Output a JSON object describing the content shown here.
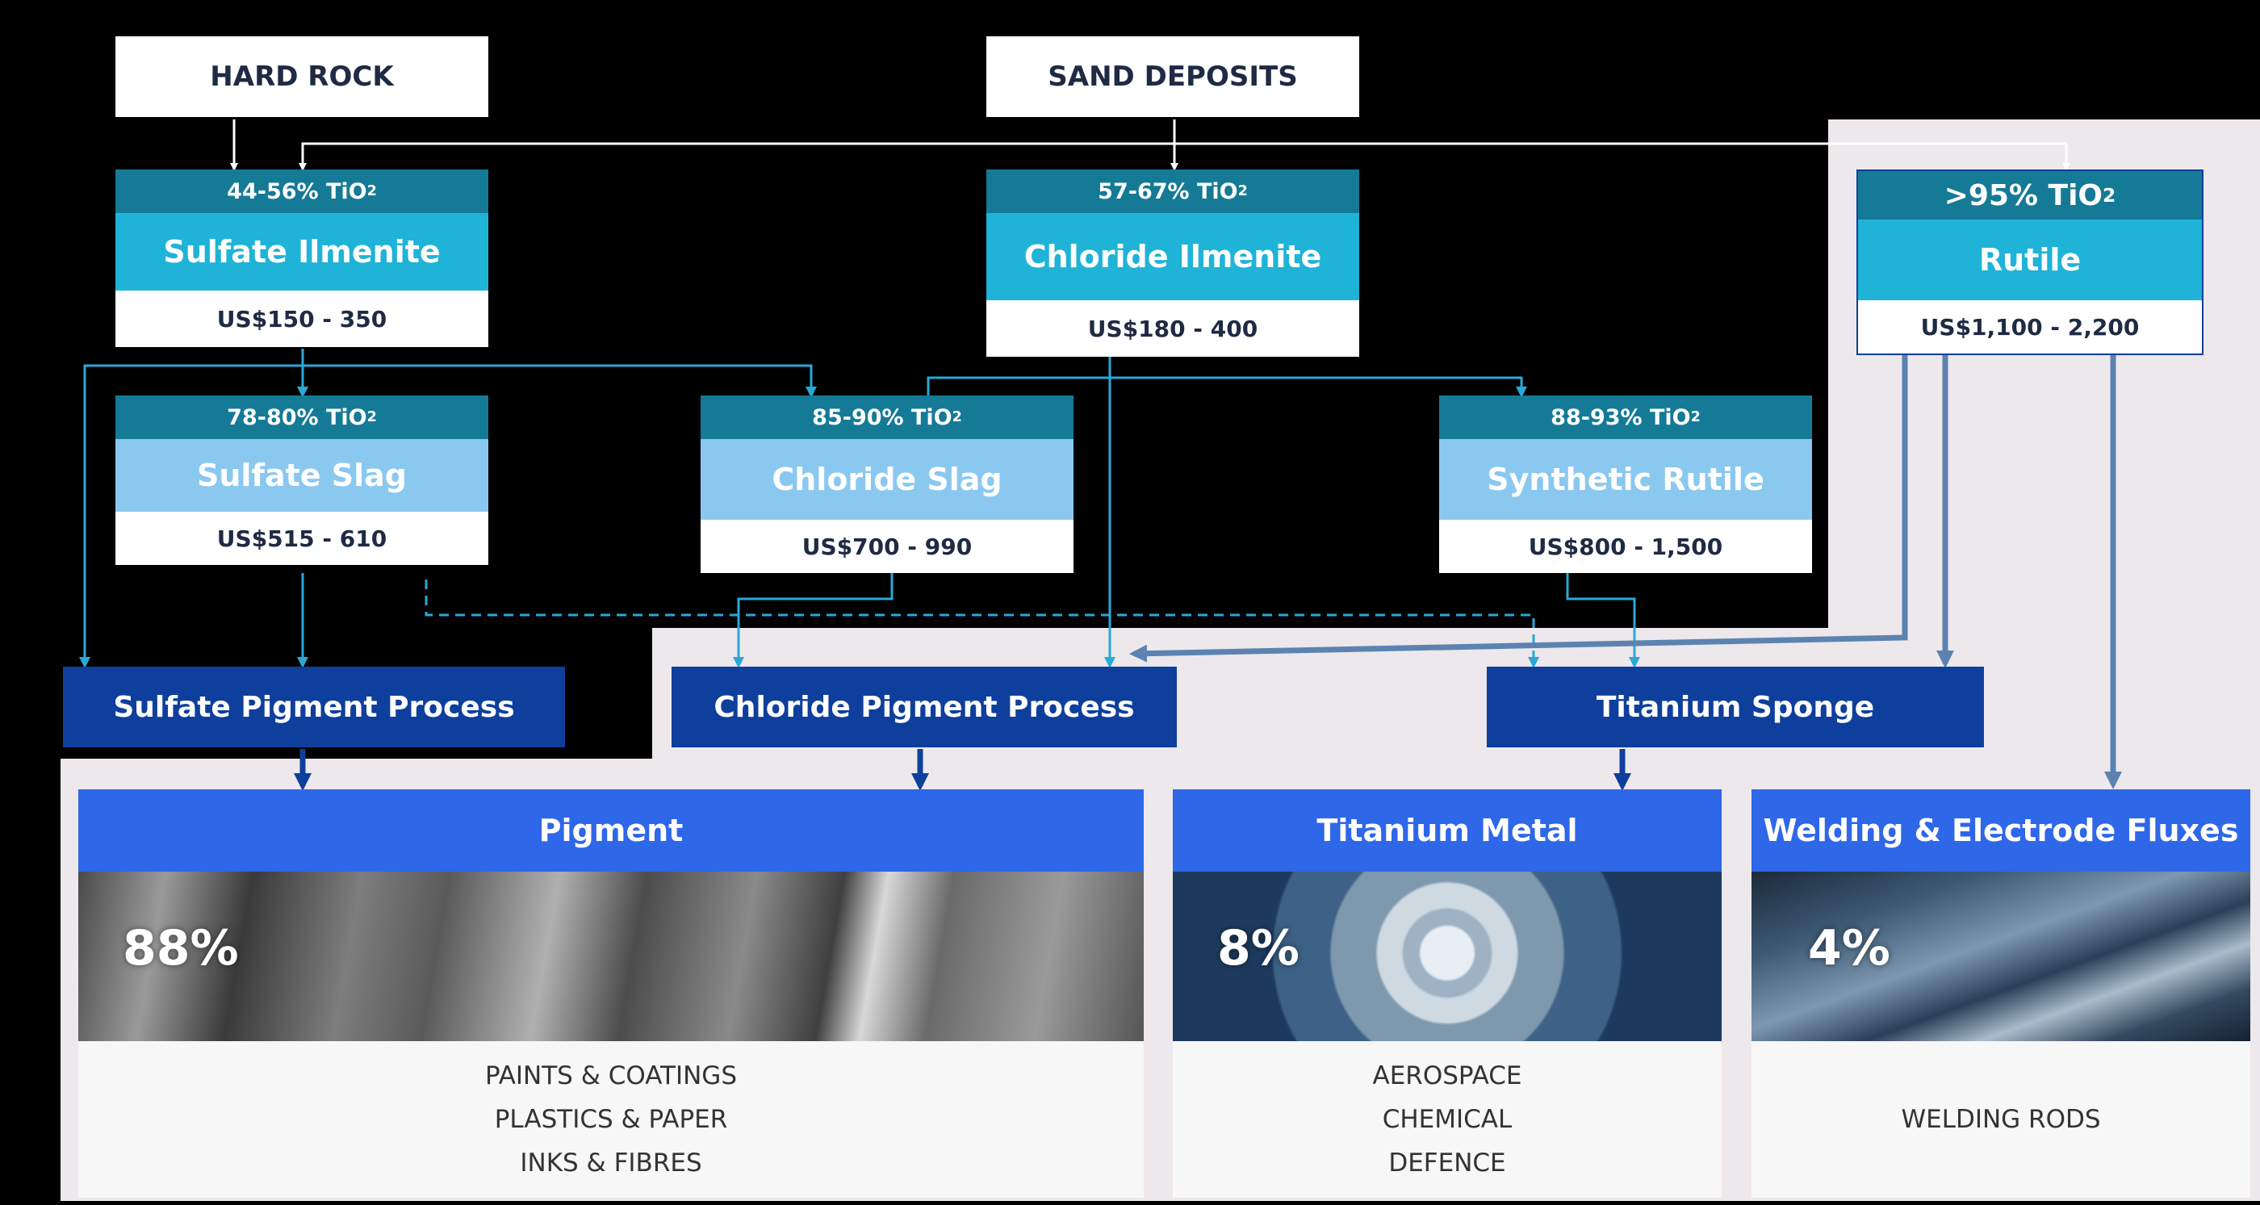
{
  "sources": {
    "hard_rock": "HARD ROCK",
    "sand_deposits": "SAND DEPOSITS"
  },
  "nodes": {
    "sulfate_ilmenite": {
      "grade_pre": "44-56% TiO",
      "grade_sub": "2",
      "name": "Sulfate Ilmenite",
      "price": "US$150 - 350"
    },
    "chloride_ilmenite": {
      "grade_pre": "57-67% TiO",
      "grade_sub": "2",
      "name": "Chloride Ilmenite",
      "price": "US$180 - 400"
    },
    "rutile": {
      "grade_pre": ">95% TiO",
      "grade_sub": "2",
      "name": "Rutile",
      "price": "US$1,100 - 2,200"
    },
    "sulfate_slag": {
      "grade_pre": "78-80% TiO",
      "grade_sub": "2",
      "name": "Sulfate Slag",
      "price": "US$515 - 610"
    },
    "chloride_slag": {
      "grade_pre": "85-90% TiO",
      "grade_sub": "2",
      "name": "Chloride Slag",
      "price": "US$700 - 990"
    },
    "synthetic_rutile": {
      "grade_pre": "88-93% TiO",
      "grade_sub": "2",
      "name": "Synthetic Rutile",
      "price": "US$800 - 1,500"
    }
  },
  "processes": {
    "sulfate_pigment": "Sulfate Pigment Process",
    "chloride_pigment": "Chloride Pigment Process",
    "titanium_sponge": "Titanium Sponge"
  },
  "end_uses": {
    "pigment": {
      "title": "Pigment",
      "share": "88%",
      "uses": [
        "PAINTS & COATINGS",
        "PLASTICS & PAPER",
        "INKS & FIBRES"
      ]
    },
    "titanium_metal": {
      "title": "Titanium Metal",
      "share": "8%",
      "uses": [
        "AEROSPACE",
        "CHEMICAL",
        "DEFENCE"
      ]
    },
    "welding": {
      "title": "Welding & Electrode Fluxes",
      "share": "4%",
      "uses": [
        "WELDING RODS"
      ]
    }
  },
  "colors": {
    "background": "#000000",
    "panel_background": "#ece8ec",
    "grade_bar": "#157a96",
    "primary_name": "#1fb3d8",
    "secondary_name": "#8ac8f0",
    "process": "#0f3f9c",
    "end_use_header": "#2e67e8",
    "connector": "#2aa8d8",
    "connector_steel": "#5c82b0"
  },
  "icons": [
    "turbine-image",
    "welding-image",
    "pigment-texture-image"
  ]
}
